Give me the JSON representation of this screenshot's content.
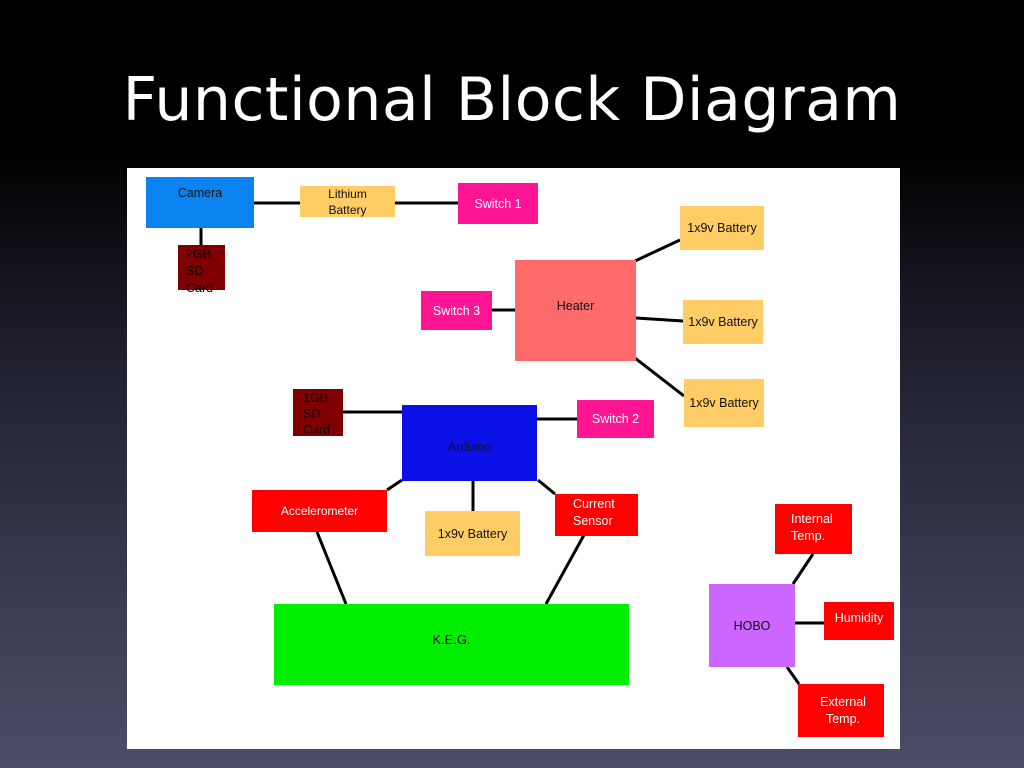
{
  "title": "Functional Block Diagram",
  "blocks": {
    "camera": "Camera",
    "lithium_battery": "Lithium\nBattery",
    "switch1": "Switch 1",
    "sd_2gb": "2GB\nSD\nCard",
    "battery_heater_1": "1x9v Battery",
    "battery_heater_2": "1x9v Battery",
    "battery_heater_3": "1x9v Battery",
    "switch3": "Switch 3",
    "heater": "Heater",
    "sd_1gb": "1GB\nSD\nCard",
    "arduino": "Arduino",
    "switch2": "Switch 2",
    "accelerometer": "Accelerometer",
    "battery_arduino": "1x9v Battery",
    "current_sensor": "Current\nSensor",
    "keg": "K.E.G.",
    "internal_temp": "Internal\nTemp.",
    "hobo": "HOBO",
    "humidity": "Humidity",
    "external_temp": "External\nTemp."
  },
  "colors": {
    "camera": "#0a84f0",
    "battery": "#ffcc66",
    "switch": "#ff1493",
    "sd_card": "#800000",
    "heater": "#ff6b6b",
    "arduino": "#0a10e6",
    "sensor": "#ff0000",
    "keg": "#00ee00",
    "hobo": "#cc66ff",
    "wire": "#000000"
  }
}
